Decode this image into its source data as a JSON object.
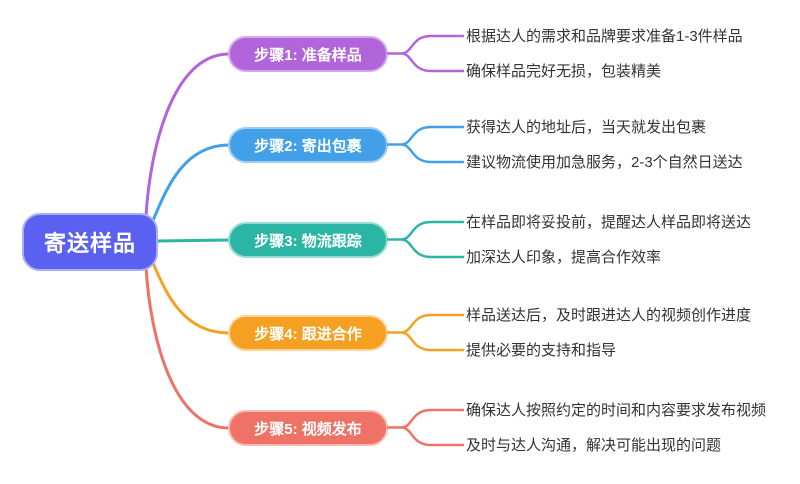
{
  "central": {
    "label": "寄送样品",
    "color": "#5A61F0",
    "border_color": "#A9AEF8"
  },
  "branches": [
    {
      "label": "步骤1: 准备样品",
      "color": "#B264DB",
      "border_color": "#D4A8EC",
      "leaves": [
        "根据达人的需求和品牌要求准备1-3件样品",
        "确保样品完好无损，包装精美"
      ]
    },
    {
      "label": "步骤2: 寄出包裹",
      "color": "#42A0E8",
      "border_color": "#9ECDF4",
      "leaves": [
        "获得达人的地址后，当天就发出包裹",
        "建议物流使用加急服务，2-3个自然日送达"
      ]
    },
    {
      "label": "步骤3: 物流跟踪",
      "color": "#2BB5A5",
      "border_color": "#93DCD2",
      "leaves": [
        "在样品即将妥投前，提醒达人样品即将送达",
        "加深达人印象，提高合作效率"
      ]
    },
    {
      "label": "步骤4: 跟进合作",
      "color": "#F6A021",
      "border_color": "#FBD49A",
      "leaves": [
        "样品送达后，及时跟进达人的视频创作进度",
        "提供必要的支持和指导"
      ]
    },
    {
      "label": "步骤5: 视频发布",
      "color": "#EE7366",
      "border_color": "#F8BBB2",
      "leaves": [
        "确保达人按照约定的时间和内容要求发布视频",
        "及时与达人沟通，解决可能出现的问题"
      ]
    }
  ]
}
